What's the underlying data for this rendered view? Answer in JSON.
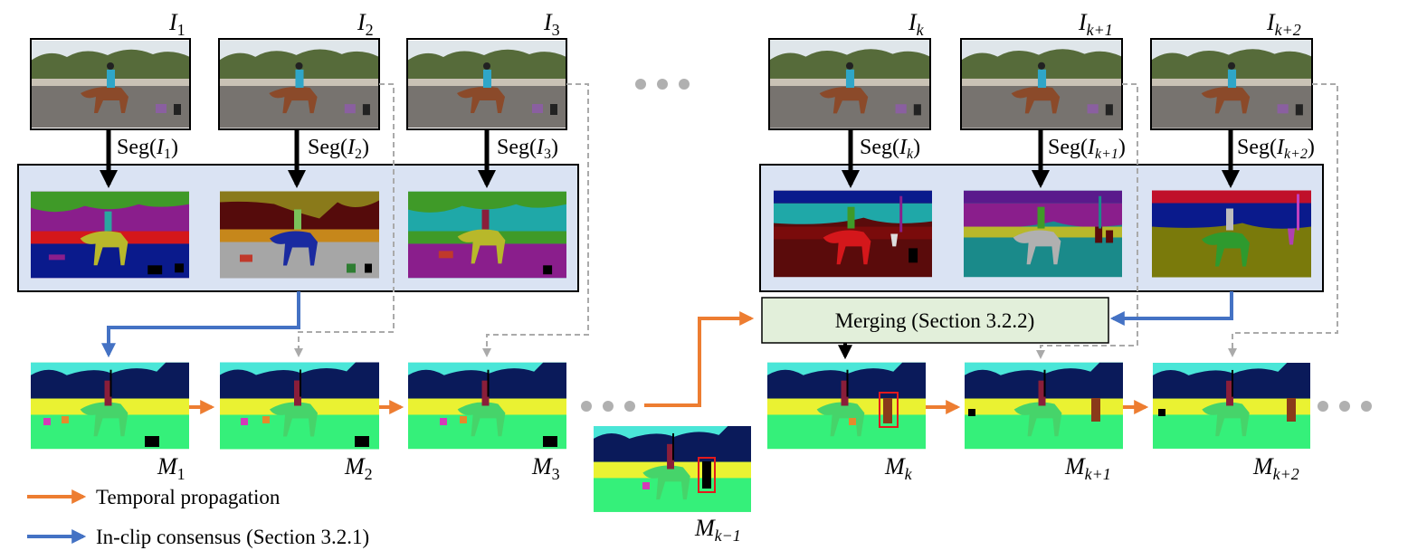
{
  "frames_top": [
    {
      "id": "I1",
      "base": "I",
      "sub": "1",
      "seg_prefix": "Seg(",
      "seg_base": "I",
      "seg_sub": "1",
      "seg_suffix": ")"
    },
    {
      "id": "I2",
      "base": "I",
      "sub": "2",
      "seg_prefix": "Seg(",
      "seg_base": "I",
      "seg_sub": "2",
      "seg_suffix": ")"
    },
    {
      "id": "I3",
      "base": "I",
      "sub": "3",
      "seg_prefix": "Seg(",
      "seg_base": "I",
      "seg_sub": "3",
      "seg_suffix": ")"
    },
    {
      "id": "Ik",
      "base": "I",
      "sub": "k",
      "seg_prefix": "Seg(",
      "seg_base": "I",
      "seg_sub": "k",
      "seg_suffix": ")"
    },
    {
      "id": "Ik1",
      "base": "I",
      "sub": "k+1",
      "seg_prefix": "Seg(",
      "seg_base": "I",
      "seg_sub": "k+1",
      "seg_suffix": ")"
    },
    {
      "id": "Ik2",
      "base": "I",
      "sub": "k+2",
      "seg_prefix": "Seg(",
      "seg_base": "I",
      "seg_sub": "k+2",
      "seg_suffix": ")"
    }
  ],
  "masks_bottom": [
    {
      "id": "M1",
      "base": "M",
      "sub": "1"
    },
    {
      "id": "M2",
      "base": "M",
      "sub": "2"
    },
    {
      "id": "M3",
      "base": "M",
      "sub": "3"
    },
    {
      "id": "Mk-1",
      "base": "M",
      "sub": "k−1"
    },
    {
      "id": "Mk",
      "base": "M",
      "sub": "k"
    },
    {
      "id": "Mk1",
      "base": "M",
      "sub": "k+1"
    },
    {
      "id": "Mk2",
      "base": "M",
      "sub": "k+2"
    }
  ],
  "merging_label": "Merging (Section 3.2.2)",
  "legend": [
    {
      "label": "Temporal propagation",
      "color": "#ed7d31"
    },
    {
      "label": "In-clip consensus (Section 3.2.1)",
      "color": "#4472c4"
    }
  ],
  "colors": {
    "panel_fill": "#dae3f3",
    "merging_fill": "#e2efda",
    "orange": "#ed7d31",
    "blue": "#4472c4",
    "gray_dashed": "#aaaaaa",
    "ellipsis": "#b0b0b0"
  }
}
